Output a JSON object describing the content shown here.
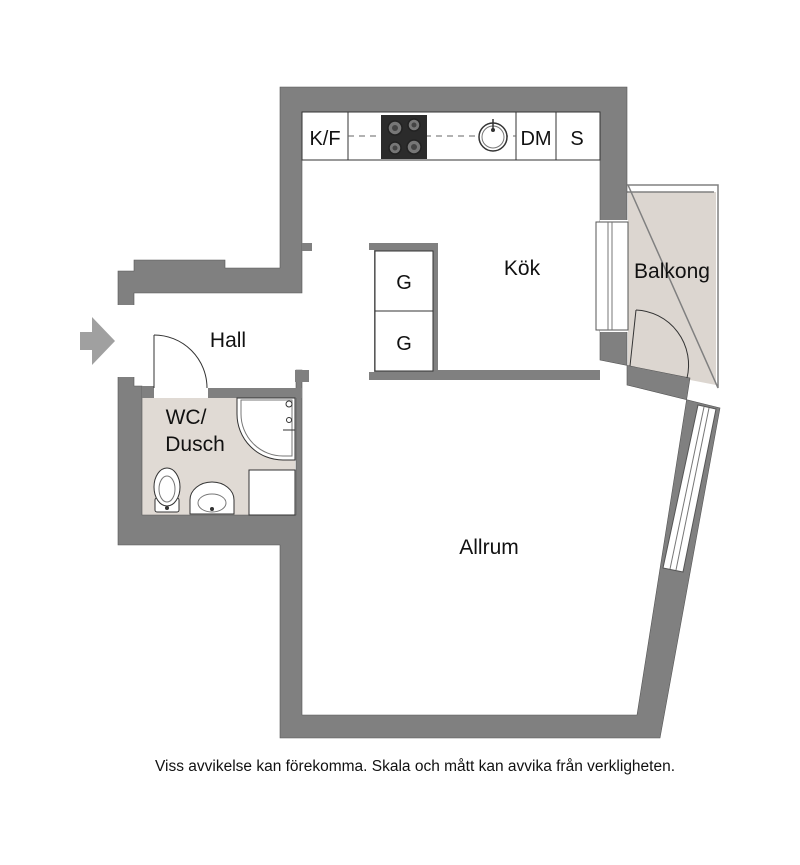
{
  "rooms": {
    "kok": "Kök",
    "hall": "Hall",
    "wc": "WC/",
    "dusch": "Dusch",
    "balkong": "Balkong",
    "allrum": "Allrum"
  },
  "fixtures": {
    "kf": "K/F",
    "dm": "DM",
    "s": "S",
    "g_top": "G",
    "g_bottom": "G"
  },
  "disclaimer": "Viss avvikelse kan förekomma. Skala och mått kan avvika från verkligheten.",
  "colors": {
    "wall": "#808080",
    "wall_edge": "#555555",
    "balcony_floor": "#dcd6d0",
    "bathroom_floor": "#e0dad4",
    "stove": "#2b2b2b",
    "entry_arrow": "#a0a0a0"
  }
}
